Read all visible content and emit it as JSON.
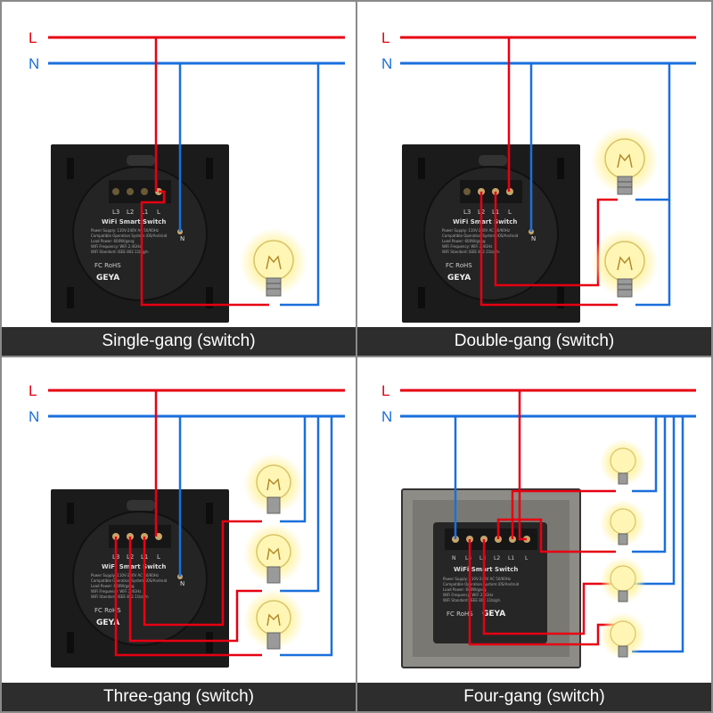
{
  "wires": {
    "live_label": "L",
    "neutral_label": "N"
  },
  "colors": {
    "live": "#e60012",
    "neutral": "#1a6fdc",
    "plate_dark": "#1b1b1b",
    "plate_grey": "#8e8c86",
    "module": "#2a2a2a",
    "bulb_glow": "#fff3a6",
    "caption_bg": "#2d2d2d"
  },
  "module": {
    "title": "WiFi Smart Switch",
    "spec_lines": [
      "Power Supply: 110V-240V AC 50/60Hz",
      "Compatible Operation System:iOS/Android",
      "Load Power: 600W/gang",
      "WiFi Frequency: WiFi 2.4GHz",
      "WiFi Standard: IEEE 802.11b/g/n"
    ],
    "brand": "GEYA",
    "cert": "FC RoHS",
    "neutral_mark": "N"
  },
  "panels": [
    {
      "caption": "Single-gang (switch)",
      "terminals": [
        "L3",
        "L2",
        "L1",
        "L"
      ]
    },
    {
      "caption": "Double-gang (switch)",
      "terminals": [
        "L3",
        "L2",
        "L1",
        "L"
      ]
    },
    {
      "caption": "Three-gang (switch)",
      "terminals": [
        "L3",
        "L2",
        "L1",
        "L"
      ]
    },
    {
      "caption": "Four-gang (switch)",
      "terminals": [
        "N",
        "L4",
        "L3",
        "L2",
        "L1",
        "L"
      ]
    }
  ]
}
